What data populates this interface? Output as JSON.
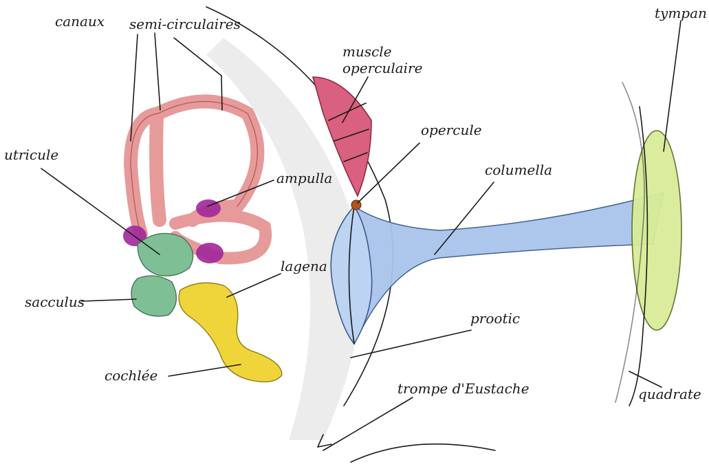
{
  "labels": {
    "canaux": "canaux",
    "semi_circulaires": "semi-circulaires",
    "muscle": "muscle",
    "operculaire": "operculaire",
    "tympan": "tympan",
    "utricule": "utricule",
    "ampulla": "ampulla",
    "opercule": "opercule",
    "columella": "columella",
    "lagena": "lagena",
    "sacculus": "sacculus",
    "prootic": "prootic",
    "cochlee": "cochlée",
    "trompe": "trompe d'Eustache",
    "quadrate": "quadrate"
  },
  "colors": {
    "canals": "#e79a9a",
    "ampulla_utricle": "#a0289a",
    "sacculus": "#7fbf95",
    "cochlea": "#f0d53a",
    "columella": "#a9c4ec",
    "tympan": "#d9ec98",
    "muscle": "#d9607f",
    "opercule": "#b2541c",
    "skull_shade": "#d9d9d9"
  }
}
